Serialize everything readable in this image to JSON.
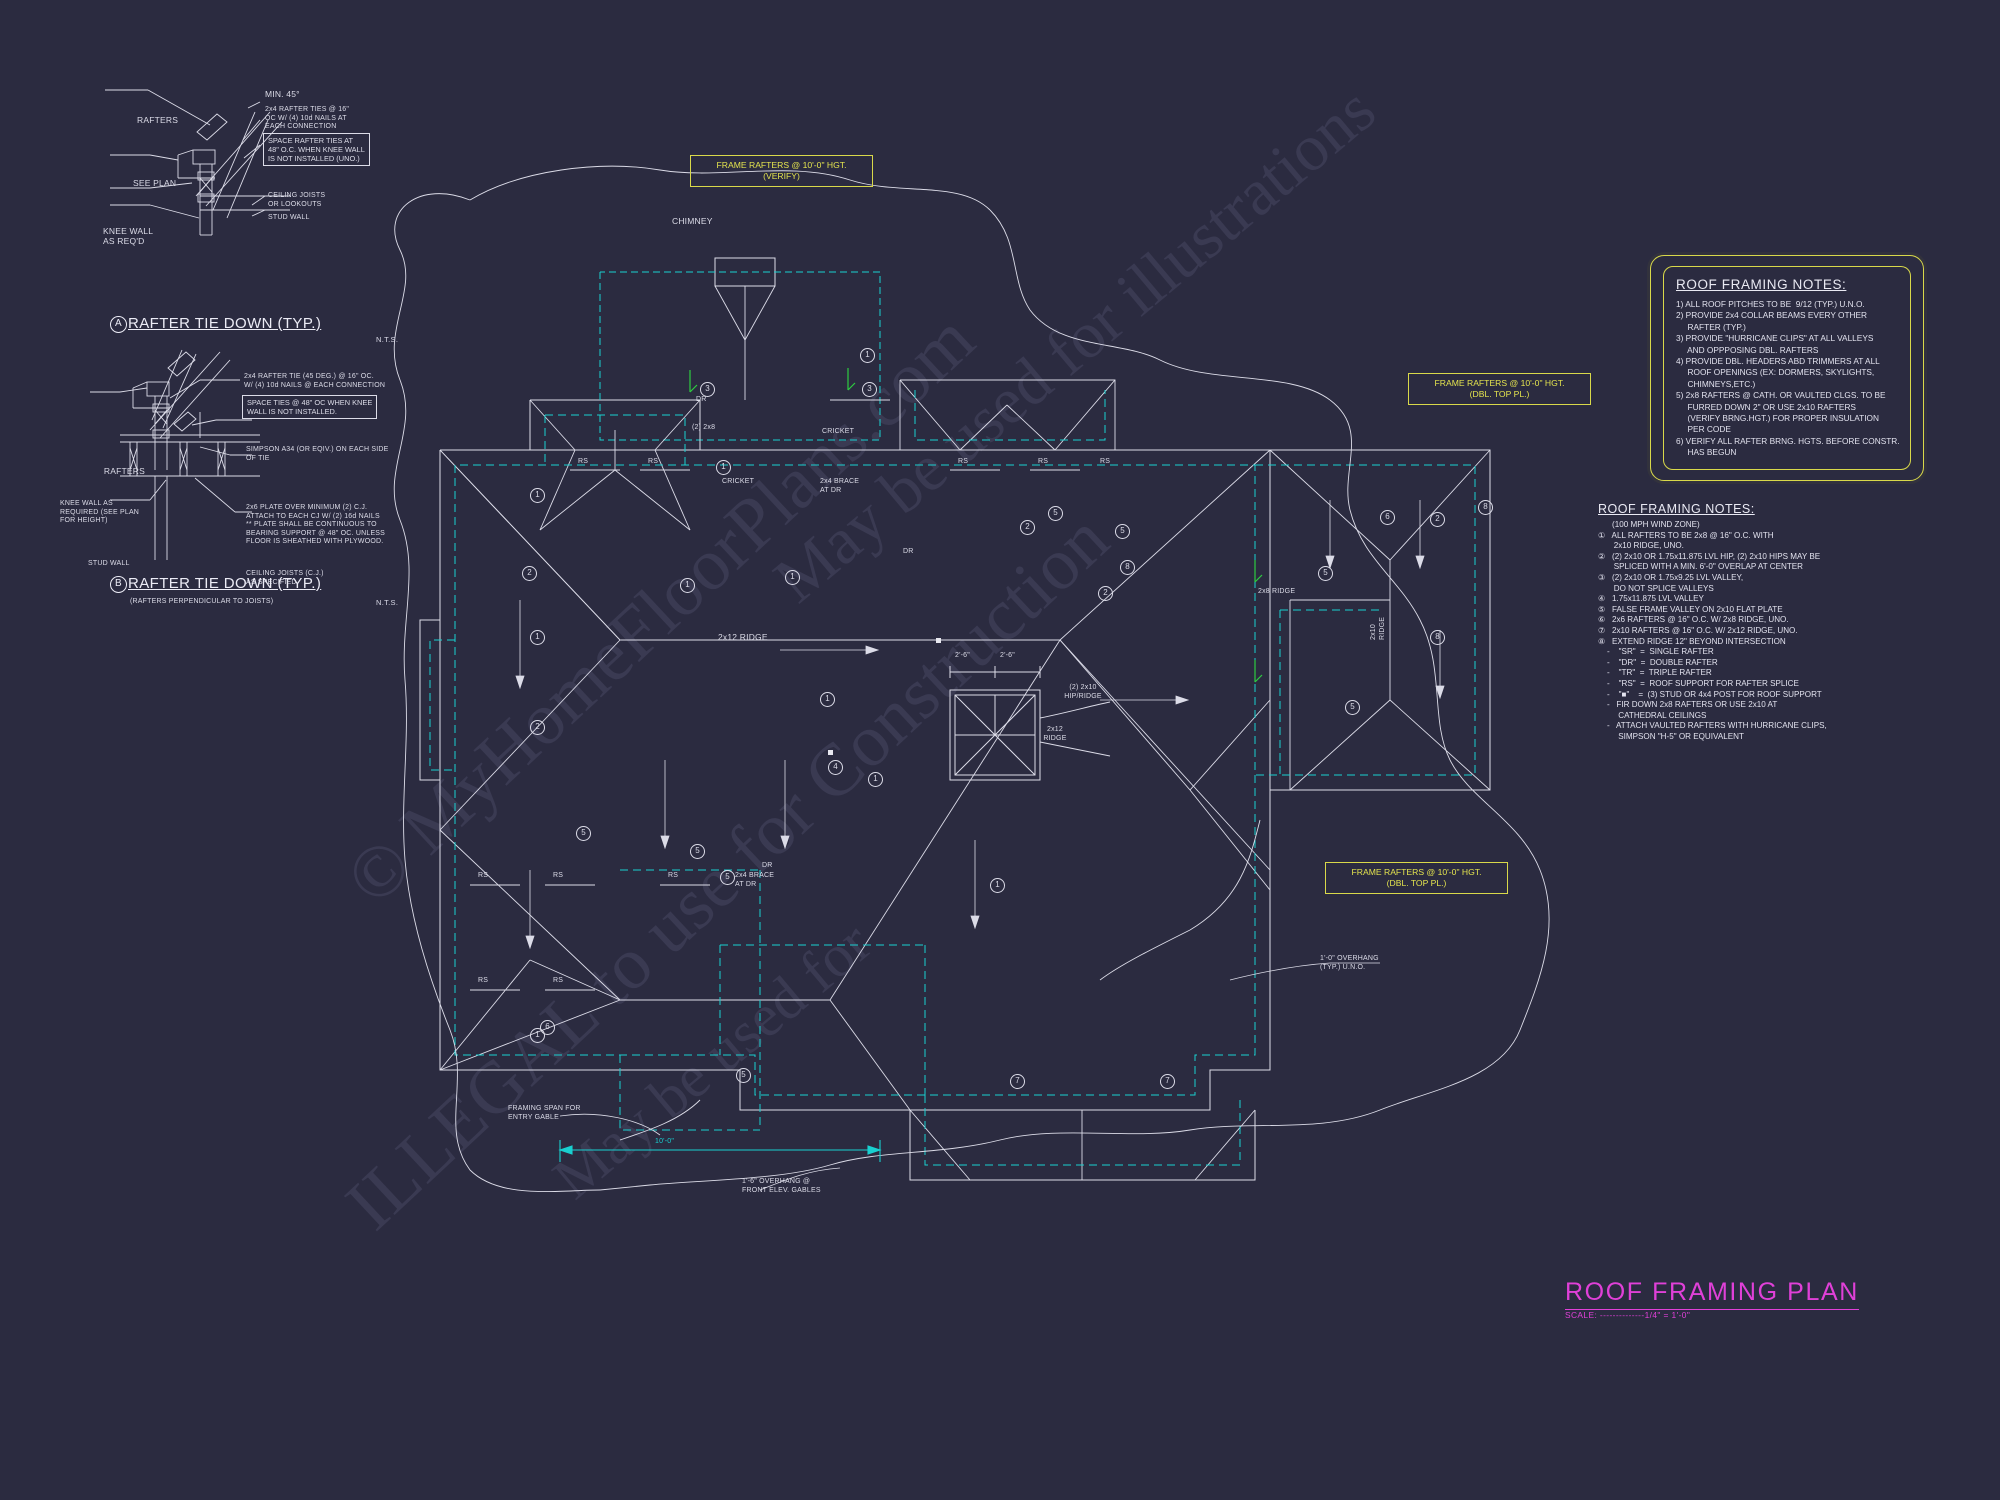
{
  "drawing": {
    "title": "ROOF FRAMING PLAN",
    "scale": "SCALE: --------------1/4\" = 1'-0\"",
    "watermark_line1": "© MyHomeFloorPlans.com",
    "watermark_line2": "ILLEGAL to use for Construction",
    "watermark_line3": "May be used for illustrations",
    "watermark_line4": "May be used for"
  },
  "colors": {
    "background": "#2b2b40",
    "line": "#dcdce8",
    "yellow": "#d9d94a",
    "cyan": "#19d0d0",
    "magenta": "#e040d8",
    "green": "#2ecc40",
    "watermark": "#3a3a52"
  },
  "notes_box": {
    "title": "ROOF FRAMING NOTES:",
    "lines": [
      "1) ALL ROOF PITCHES TO BE  9/12 (TYP.) U.N.O.",
      "2) PROVIDE 2x4 COLLAR BEAMS EVERY OTHER",
      "     RAFTER (TYP.)",
      "3) PROVIDE \"HURRICANE CLIPS\" AT ALL VALLEYS",
      "     AND OPPPOSING DBL. RAFTERS",
      "4) PROVIDE DBL. HEADERS ABD TRIMMERS AT ALL",
      "     ROOF OPENINGS (EX: DORMERS, SKYLIGHTS,",
      "     CHIMNEYS,ETC.)",
      "5) 2x8 RAFTERS @ CATH. OR VAULTED CLGS. TO BE",
      "     FURRED DOWN 2\" OR USE 2x10 RAFTERS",
      "     (VERIFY BRNG.HGT.) FOR PROPER INSULATION",
      "     PER CODE",
      "6) VERIFY ALL RAFTER BRNG. HGTS. BEFORE CONSTR.",
      "     HAS BEGUN"
    ]
  },
  "notes_list": {
    "title": "ROOF FRAMING NOTES:",
    "subtitle": "(100 MPH WIND ZONE)",
    "lines": [
      "①   ALL RAFTERS TO BE 2x8 @ 16\" O.C. WITH",
      "       2x10 RIDGE, UNO.",
      "②   (2) 2x10 OR 1.75x11.875 LVL HIP, (2) 2x10 HIPS MAY BE",
      "       SPLICED WITH A MIN. 6'-0\" OVERLAP AT CENTER",
      "③   (2) 2x10 OR 1.75x9.25 LVL VALLEY,",
      "       DO NOT SPLICE VALLEYS",
      "④   1.75x11.875 LVL VALLEY",
      "⑤   FALSE FRAME VALLEY ON 2x10 FLAT PLATE",
      "⑥   2x6 RAFTERS @ 16\" O.C. W/ 2x8 RIDGE, UNO.",
      "⑦   2x10 RAFTERS @ 16\" O.C. W/ 2x12 RIDGE, UNO.",
      "⑧   EXTEND RIDGE 12\" BEYOND INTERSECTION",
      "    -    \"SR\"  =  SINGLE RAFTER",
      "    -    \"DR\"  =  DOUBLE RAFTER",
      "    -    \"TR\"  =  TRIPLE RAFTER",
      "    -    \"RS\"  =  ROOF SUPPORT FOR RAFTER SPLICE",
      "    -    \"■\"    =  (3) STUD OR 4x4 POST FOR ROOF SUPPORT",
      "    -   FIR DOWN 2x8 RAFTERS OR USE 2x10 AT",
      "         CATHEDRAL CEILINGS",
      "    -   ATTACH VAULTED RAFTERS WITH HURRICANE CLIPS,",
      "         SIMPSON \"H-5\" OR EQUIVALENT"
    ]
  },
  "detail_a": {
    "letter": "A",
    "title": "RAFTER TIE DOWN (TYP.)",
    "nts": "N.T.S.",
    "labels": {
      "rafters": "RAFTERS",
      "see_plan": "SEE PLAN",
      "knee_wall": "KNEE WALL\nAS REQ'D",
      "min45": "MIN. 45°",
      "rafter_ties": "2x4 RAFTER TIES @ 16\"\nOC W/ (4) 10d NAILS AT\nEACH CONNECTION",
      "space_ties": "SPACE RAFTER TIES AT\n48\" O.C. WHEN KNEE WALL\nIS NOT INSTALLED (UNO.)",
      "ceiling_joists": "CEILING JOISTS\nOR LOOKOUTS",
      "stud_wall": "STUD WALL"
    }
  },
  "detail_b": {
    "letter": "B",
    "title": "RAFTER TIE DOWN (TYP.)",
    "sub": "(RAFTERS PERPENDICULAR TO JOISTS)",
    "nts": "N.T.S.",
    "labels": {
      "rafters": "RAFTERS",
      "knee_wall": "KNEE WALL AS\nREQUIRED (SEE PLAN\nFOR HEIGHT)",
      "stud_wall": "STUD WALL",
      "rafter_tie": "2x4 RAFTER TIE (45 DEG.) @ 16\" OC.\nW/ (4) 10d NAILS @ EACH CONNECTION",
      "space_ties": "SPACE TIES @ 48\" OC WHEN KNEE\nWALL IS NOT INSTALLED.",
      "simpson": "SIMPSON A34 (OR EQIV.) ON EACH SIDE\nOF TIE",
      "plate": "2x6 PLATE OVER MINIMUM (2) C.J.\nATTACH TO EACH CJ W/ (2) 16d NAILS\n** PLATE SHALL BE CONTINUOUS TO\nBEARING SUPPORT @ 48\" OC. UNLESS\nFLOOR IS SHEATHED WITH PLYWOOD.",
      "ceiling_joists": "CEILING JOISTS (C.J.)\nAS SPECIFIED"
    }
  },
  "tags": [
    {
      "id": "tag-top",
      "text": "FRAME RAFTERS @ 10'-0\" HGT.\n(VERIFY)"
    },
    {
      "id": "tag-right",
      "text": "FRAME RAFTERS @ 10'-0\" HGT.\n(DBL. TOP PL.)"
    },
    {
      "id": "tag-bottom",
      "text": "FRAME RAFTERS @ 10'-0\" HGT.\n(DBL. TOP PL.)"
    }
  ],
  "plan_labels": [
    {
      "id": "chimney",
      "text": "CHIMNEY"
    },
    {
      "id": "cricket-1",
      "text": "CRICKET"
    },
    {
      "id": "cricket-2",
      "text": "CRICKET"
    },
    {
      "id": "brace-dr-top",
      "text": "2x4 BRACE\nAT DR"
    },
    {
      "id": "brace-dr-mid",
      "text": "2x4 BRACE\nAT DR"
    },
    {
      "id": "ridge-2x12-main",
      "text": "2x12 RIDGE"
    },
    {
      "id": "hip-ridge",
      "text": "(2) 2x10\nHIP/RIDGE"
    },
    {
      "id": "ridge-2x12-box",
      "text": "2x12\nRIDGE"
    },
    {
      "id": "ridge-2x8-r",
      "text": "2x8 RIDGE"
    },
    {
      "id": "ridge-2x10-r",
      "text": "2x10\nRIDGE"
    },
    {
      "id": "dim-26-a",
      "text": "2'-6\""
    },
    {
      "id": "dim-26-b",
      "text": "2'-6\""
    },
    {
      "id": "dbl-2x8",
      "text": "(2) 2x8"
    },
    {
      "id": "overhang-typ",
      "text": "1'-0\" OVERHANG\n(TYP.) U.N.O."
    },
    {
      "id": "entry-gable",
      "text": "FRAMING SPAN FOR\nENTRY GABLE"
    },
    {
      "id": "front-gable",
      "text": "1'-6\" OVERHANG @\nFRONT ELEV. GABLES"
    },
    {
      "id": "dim-100",
      "text": "10'-0\""
    },
    {
      "id": "dr-top",
      "text": "DR"
    },
    {
      "id": "dr-right",
      "text": "DR"
    },
    {
      "id": "dr-mid",
      "text": "DR"
    }
  ],
  "rs_labels": [
    "RS",
    "RS",
    "RS",
    "RS",
    "RS",
    "RS",
    "RS",
    "RS",
    "RS",
    "RS"
  ],
  "bubbles": [
    "1",
    "2",
    "3",
    "4",
    "5",
    "6",
    "7",
    "8"
  ]
}
